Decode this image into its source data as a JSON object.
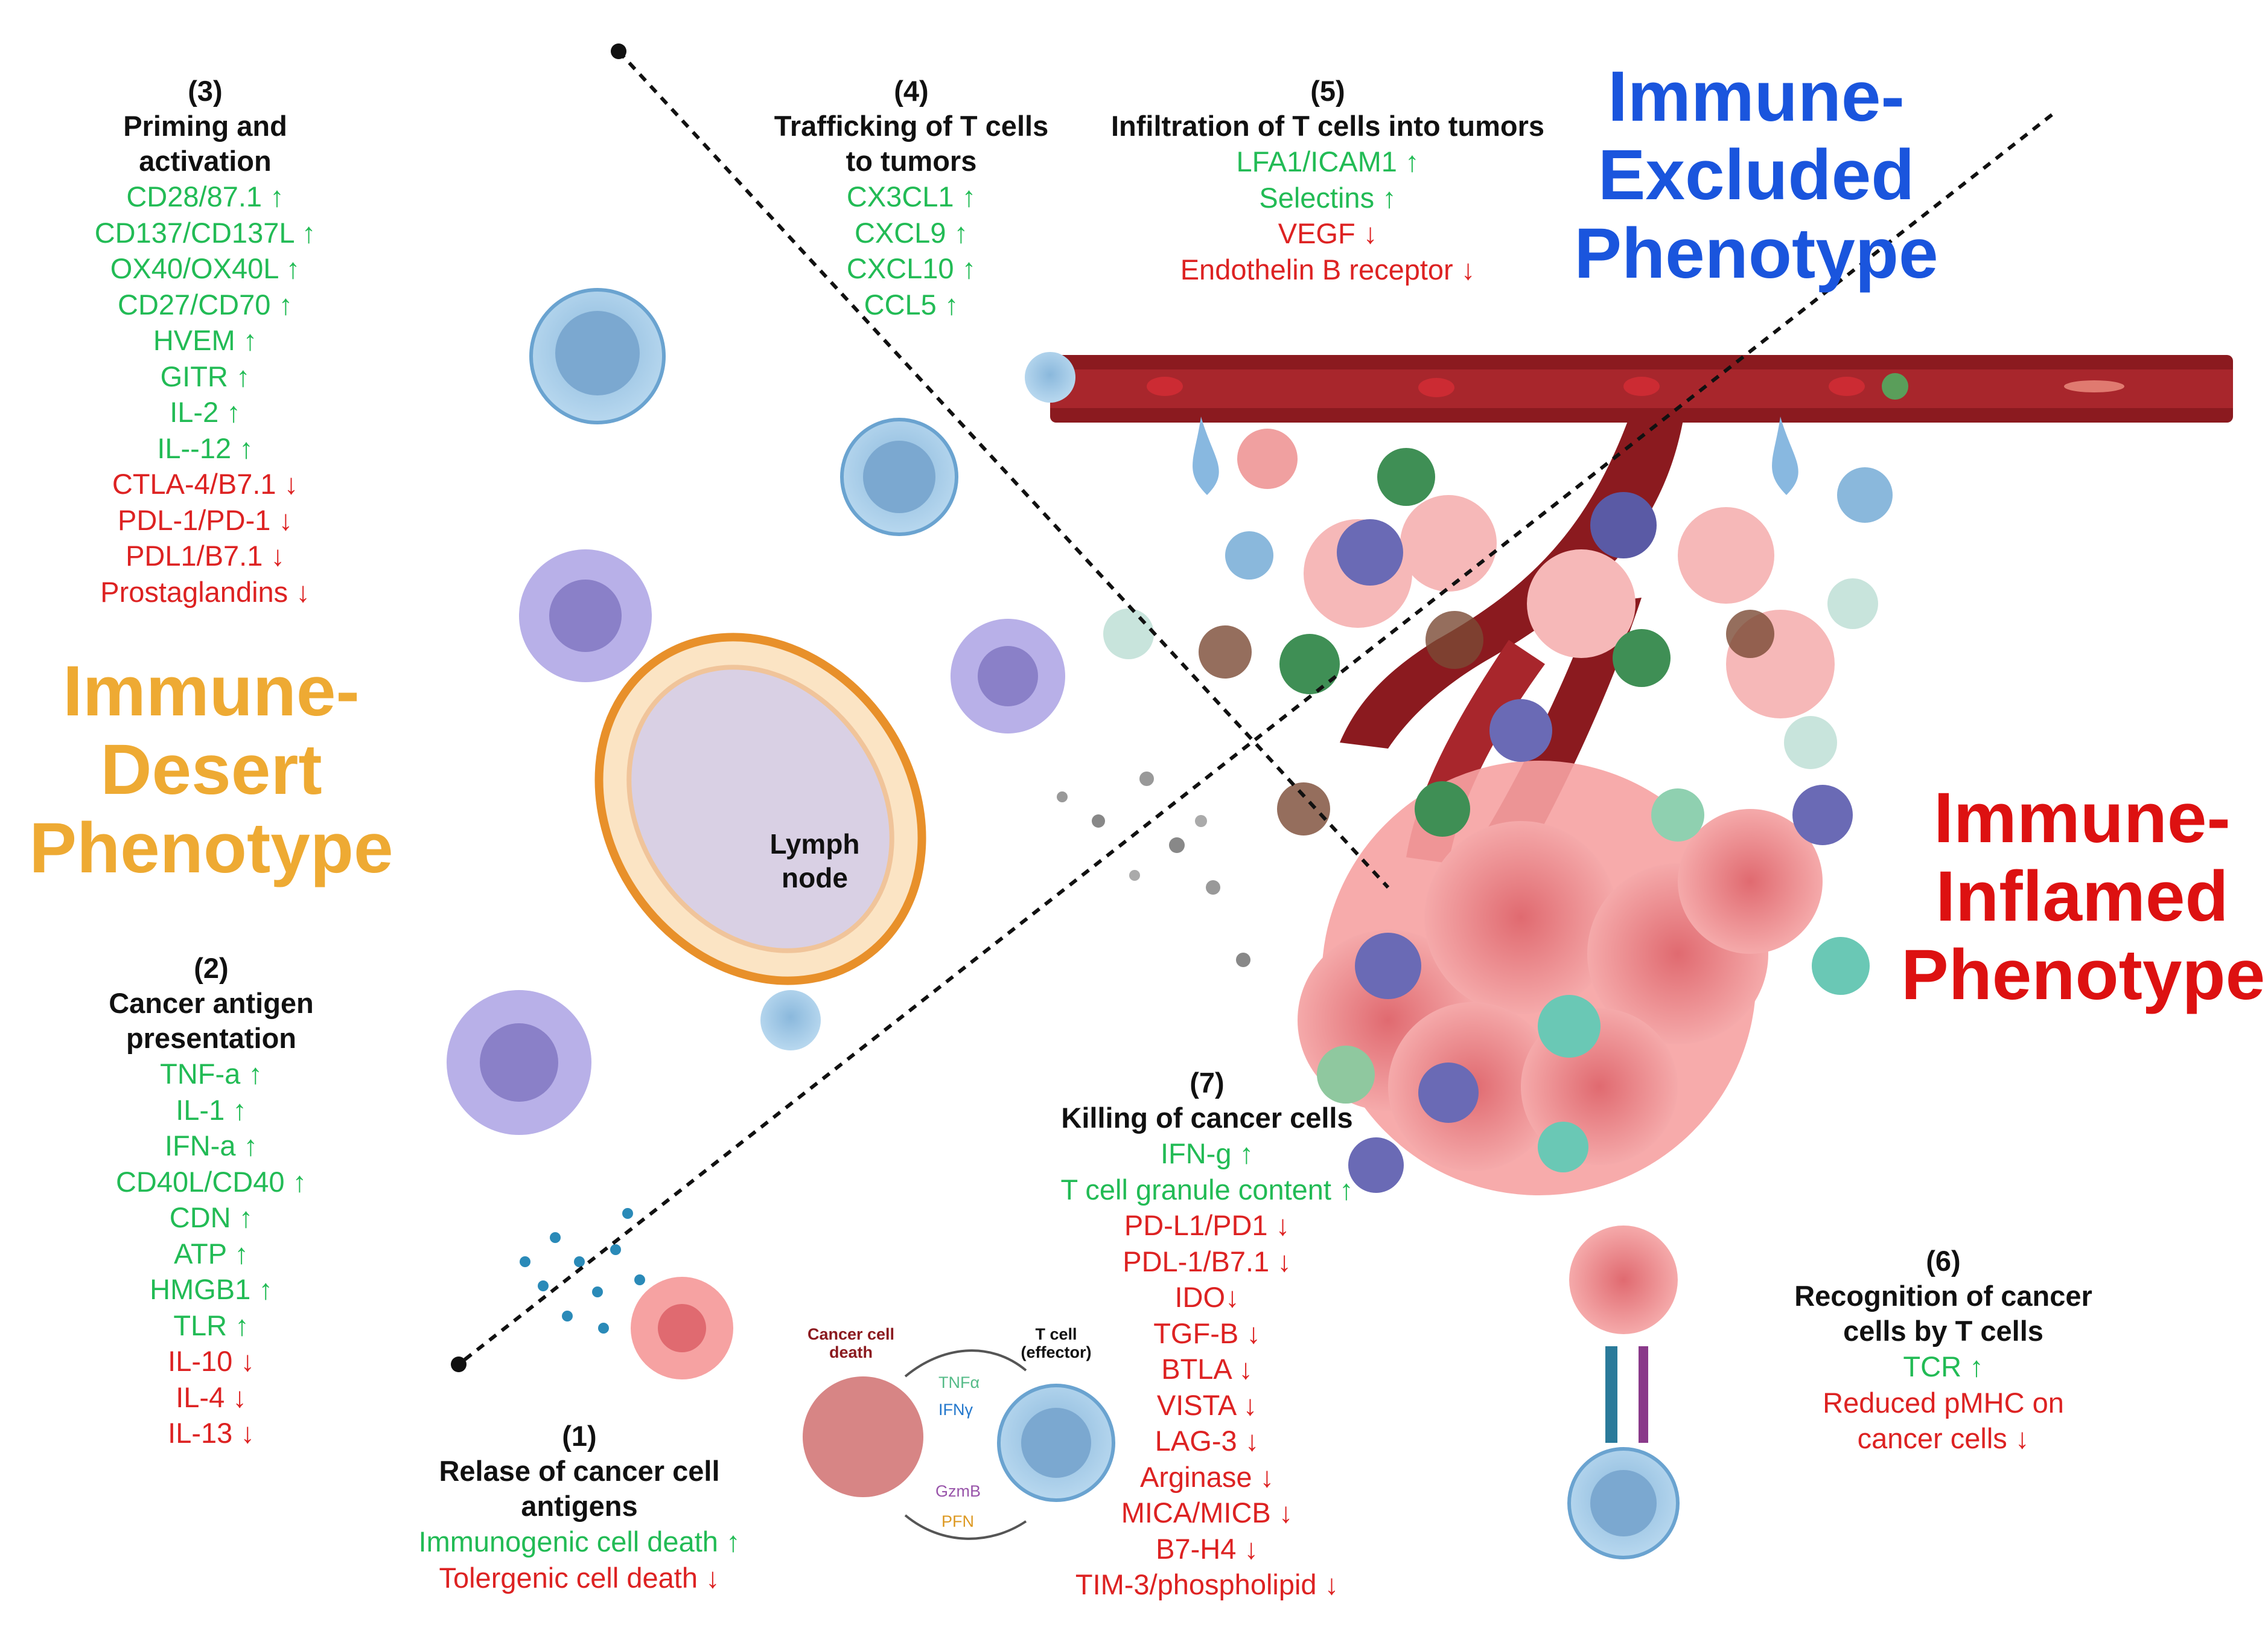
{
  "phenotypes": {
    "desert": {
      "label": "Immune-Desert Phenotype",
      "color": "#eeaa33"
    },
    "excluded": {
      "label": "Immune-Excluded Phenotype",
      "color": "#1a55dd"
    },
    "inflamed": {
      "label": "Immune-Inflamed Phenotype",
      "color": "#dd1111"
    }
  },
  "colors": {
    "up": "#22bb55",
    "down": "#dd2222",
    "vessel": "#8b1a1f",
    "cancer": "#f08a8a"
  },
  "steps": {
    "s1": {
      "num": "(1)",
      "heading": "Relase of cancer cell antigens",
      "items": [
        {
          "text": "Immunogenic cell death ↑",
          "dir": "up"
        },
        {
          "text": "Tolergenic cell death ↓",
          "dir": "down"
        }
      ]
    },
    "s2": {
      "num": "(2)",
      "heading": "Cancer  antigen presentation",
      "items": [
        {
          "text": "TNF-a ↑",
          "dir": "up"
        },
        {
          "text": "IL-1 ↑",
          "dir": "up"
        },
        {
          "text": "IFN-a ↑",
          "dir": "up"
        },
        {
          "text": "CD40L/CD40 ↑",
          "dir": "up"
        },
        {
          "text": "CDN ↑",
          "dir": "up"
        },
        {
          "text": "ATP ↑",
          "dir": "up"
        },
        {
          "text": "HMGB1 ↑",
          "dir": "up"
        },
        {
          "text": "TLR ↑",
          "dir": "up"
        },
        {
          "text": "IL-10 ↓",
          "dir": "down"
        },
        {
          "text": "IL-4 ↓",
          "dir": "down"
        },
        {
          "text": "IL-13 ↓",
          "dir": "down"
        }
      ]
    },
    "s3": {
      "num": "(3)",
      "heading": "Priming and activation",
      "items": [
        {
          "text": "CD28/87.1 ↑",
          "dir": "up"
        },
        {
          "text": "CD137/CD137L ↑",
          "dir": "up"
        },
        {
          "text": "OX40/OX40L ↑",
          "dir": "up"
        },
        {
          "text": "CD27/CD70 ↑",
          "dir": "up"
        },
        {
          "text": "HVEM ↑",
          "dir": "up"
        },
        {
          "text": "GITR ↑",
          "dir": "up"
        },
        {
          "text": "IL-2 ↑",
          "dir": "up"
        },
        {
          "text": "IL--12 ↑",
          "dir": "up"
        },
        {
          "text": "CTLA-4/B7.1 ↓",
          "dir": "down"
        },
        {
          "text": "PDL-1/PD-1 ↓",
          "dir": "down"
        },
        {
          "text": "PDL1/B7.1 ↓",
          "dir": "down"
        },
        {
          "text": "Prostaglandins ↓",
          "dir": "down"
        }
      ]
    },
    "s4": {
      "num": "(4)",
      "heading": "Trafficking of T cells to tumors",
      "items": [
        {
          "text": "CX3CL1 ↑",
          "dir": "up"
        },
        {
          "text": "CXCL9 ↑",
          "dir": "up"
        },
        {
          "text": "CXCL10 ↑",
          "dir": "up"
        },
        {
          "text": "CCL5 ↑",
          "dir": "up"
        }
      ]
    },
    "s5": {
      "num": "(5)",
      "heading": "Infiltration of T cells into tumors",
      "items": [
        {
          "text": "LFA1/ICAM1 ↑",
          "dir": "up"
        },
        {
          "text": "Selectins ↑",
          "dir": "up"
        },
        {
          "text": "VEGF ↓",
          "dir": "down"
        },
        {
          "text": "Endothelin B receptor ↓",
          "dir": "down"
        }
      ]
    },
    "s6": {
      "num": "(6)",
      "heading": "Recognition of cancer cells by T cells",
      "items": [
        {
          "text": "TCR ↑",
          "dir": "up"
        },
        {
          "text": "Reduced pMHC on cancer cells ↓",
          "dir": "down"
        }
      ]
    },
    "s7": {
      "num": "(7)",
      "heading": "Killing of cancer cells",
      "items": [
        {
          "text": "IFN-g ↑",
          "dir": "up"
        },
        {
          "text": "T cell granule content ↑",
          "dir": "up"
        },
        {
          "text": "PD-L1/PD1 ↓",
          "dir": "down"
        },
        {
          "text": "PDL-1/B7.1 ↓",
          "dir": "down"
        },
        {
          "text": "IDO↓",
          "dir": "down"
        },
        {
          "text": "TGF-B ↓",
          "dir": "down"
        },
        {
          "text": "BTLA ↓",
          "dir": "down"
        },
        {
          "text": "VISTA ↓",
          "dir": "down"
        },
        {
          "text": "LAG-3 ↓",
          "dir": "down"
        },
        {
          "text": "Arginase ↓",
          "dir": "down"
        },
        {
          "text": "MICA/MICB ↓",
          "dir": "down"
        },
        {
          "text": "B7-H4 ↓",
          "dir": "down"
        },
        {
          "text": "TIM-3/phospholipid ↓",
          "dir": "down"
        }
      ]
    }
  },
  "labels": {
    "lymph_node": "Lymph node",
    "cancer_cell_death": "Cancer cell death",
    "t_cell_effector": "T cell (effector)",
    "tnf": "TNFα",
    "ifn": "IFNγ",
    "gzmb": "GzmB",
    "pfn": "PFN"
  },
  "cytokine_colors": {
    "tnf": "#55bb88",
    "ifn": "#2277cc",
    "gzmb": "#9955aa",
    "pfn": "#dd9922"
  }
}
